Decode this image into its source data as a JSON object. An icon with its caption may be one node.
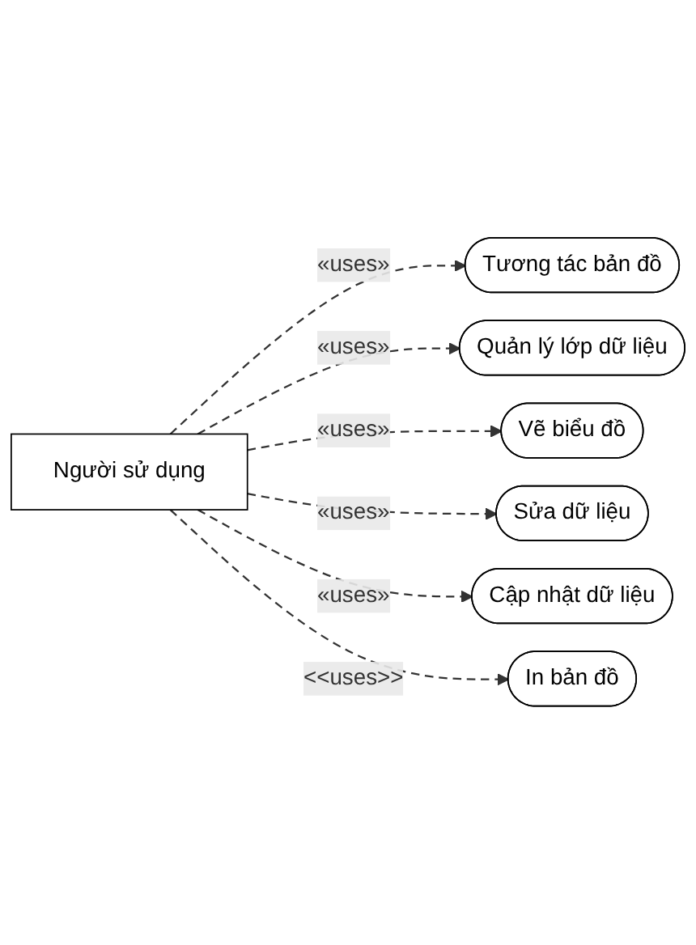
{
  "diagram": {
    "nodes": [
      {
        "text": [
          "Người sử dụng"
        ]
      },
      {
        "text": [
          "Tương tác bản đồ"
        ]
      },
      {
        "text": [
          "Quản lý lớp dữ liệu"
        ]
      },
      {
        "text": [
          "Vẽ biểu đồ"
        ]
      },
      {
        "text": [
          "Sửa dữ liệu"
        ]
      },
      {
        "text": [
          "Cập nhật dữ liệu"
        ]
      },
      {
        "text": [
          "In bản đồ"
        ]
      }
    ],
    "edges": [
      {
        "from": 0,
        "to": 1,
        "arrow": "to",
        "label": "«uses»",
        "style": "dashed"
      },
      {
        "from": 0,
        "to": 2,
        "arrow": "to",
        "label": "«uses»",
        "style": "dashed"
      },
      {
        "from": 0,
        "to": 3,
        "arrow": "to",
        "label": "«uses»",
        "style": "dashed"
      },
      {
        "from": 0,
        "to": 4,
        "arrow": "to",
        "label": "«uses»",
        "style": "dashed"
      },
      {
        "from": 0,
        "to": 5,
        "arrow": "to",
        "label": "«uses»",
        "style": "dashed"
      },
      {
        "from": 0,
        "to": 6,
        "arrow": "to",
        "label": "<<uses>>",
        "style": "dashed"
      }
    ]
  }
}
